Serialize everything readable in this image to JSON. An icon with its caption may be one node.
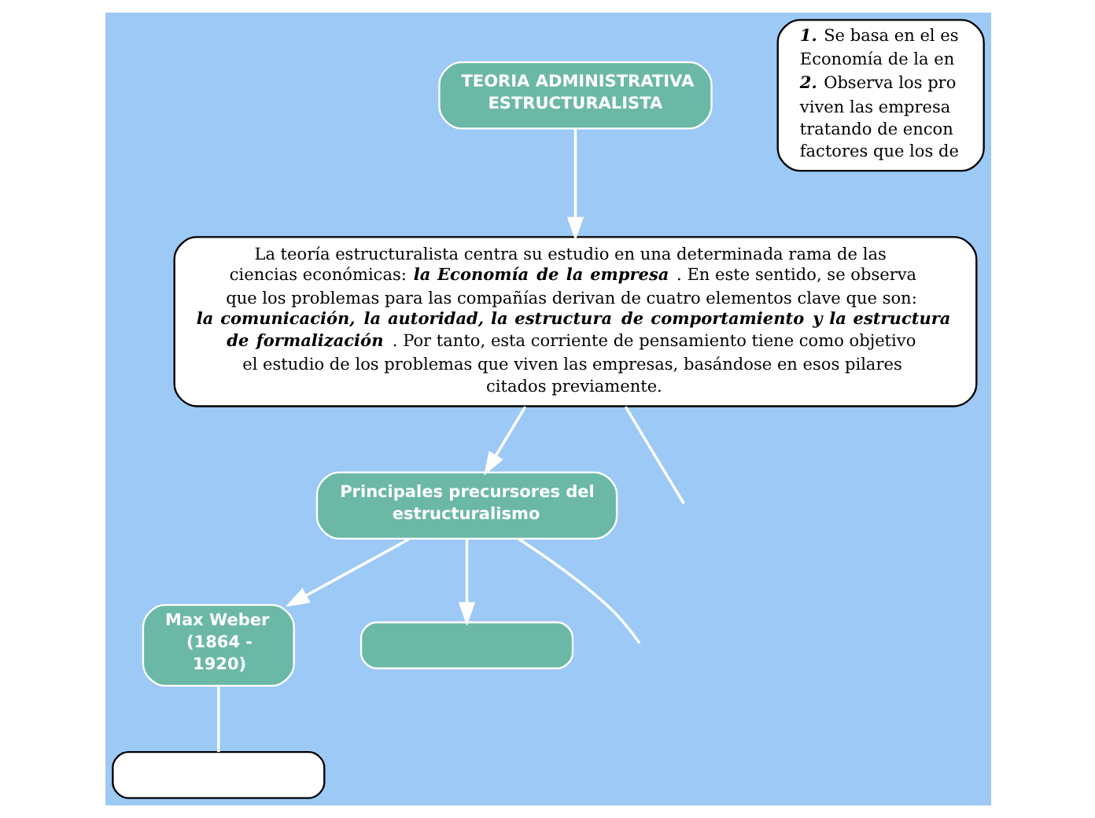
{
  "diagram": {
    "nodes": [
      {
        "text": [
          "TEORIA ADMINISTRATIVA ESTRUCTURALISTA"
        ]
      },
      {
        "text": [
          "La teoría estructuralista centra su estudio en una determinada rama de las ciencias económicas: **la Economía de la empresa**. En este sentido, se observa que los problemas para las compañías derivan de cuatro elementos clave que son: **la comunicación, la autoridad, la estructura de comportamiento y la estructura de formalización**. Por tanto, esta corriente de pensamiento tiene como objetivo el estudio de los problemas que viven las empresas, basándose en esos pilares citados previamente."
        ]
      },
      {
        "text": [
          "**1.** Se basa en el es Economía de la en",
          "**2.** Observa los pro viven las empresa tratando de encon factores que los de"
        ]
      },
      {
        "text": [
          "Principales precursores del estructuralismo"
        ]
      },
      {
        "text": [
          "Max Weber (1864 - 1920)"
        ]
      },
      {
        "text": [],
        "shape": "box"
      },
      {
        "text": [],
        "shape": "box"
      }
    ],
    "edges": [
      {
        "from": 0,
        "to": 1,
        "arrow": "to"
      },
      {
        "from": 1,
        "to": null,
        "arrow": "none"
      },
      {
        "from": 1,
        "to": 3,
        "arrow": "to"
      },
      {
        "from": 3,
        "to": 4,
        "arrow": "to"
      },
      {
        "from": 3,
        "to": null,
        "arrow": "none"
      },
      {
        "from": 3,
        "to": 6,
        "arrow": "to"
      },
      {
        "from": 4,
        "to": 5,
        "arrow": "none"
      }
    ]
  }
}
